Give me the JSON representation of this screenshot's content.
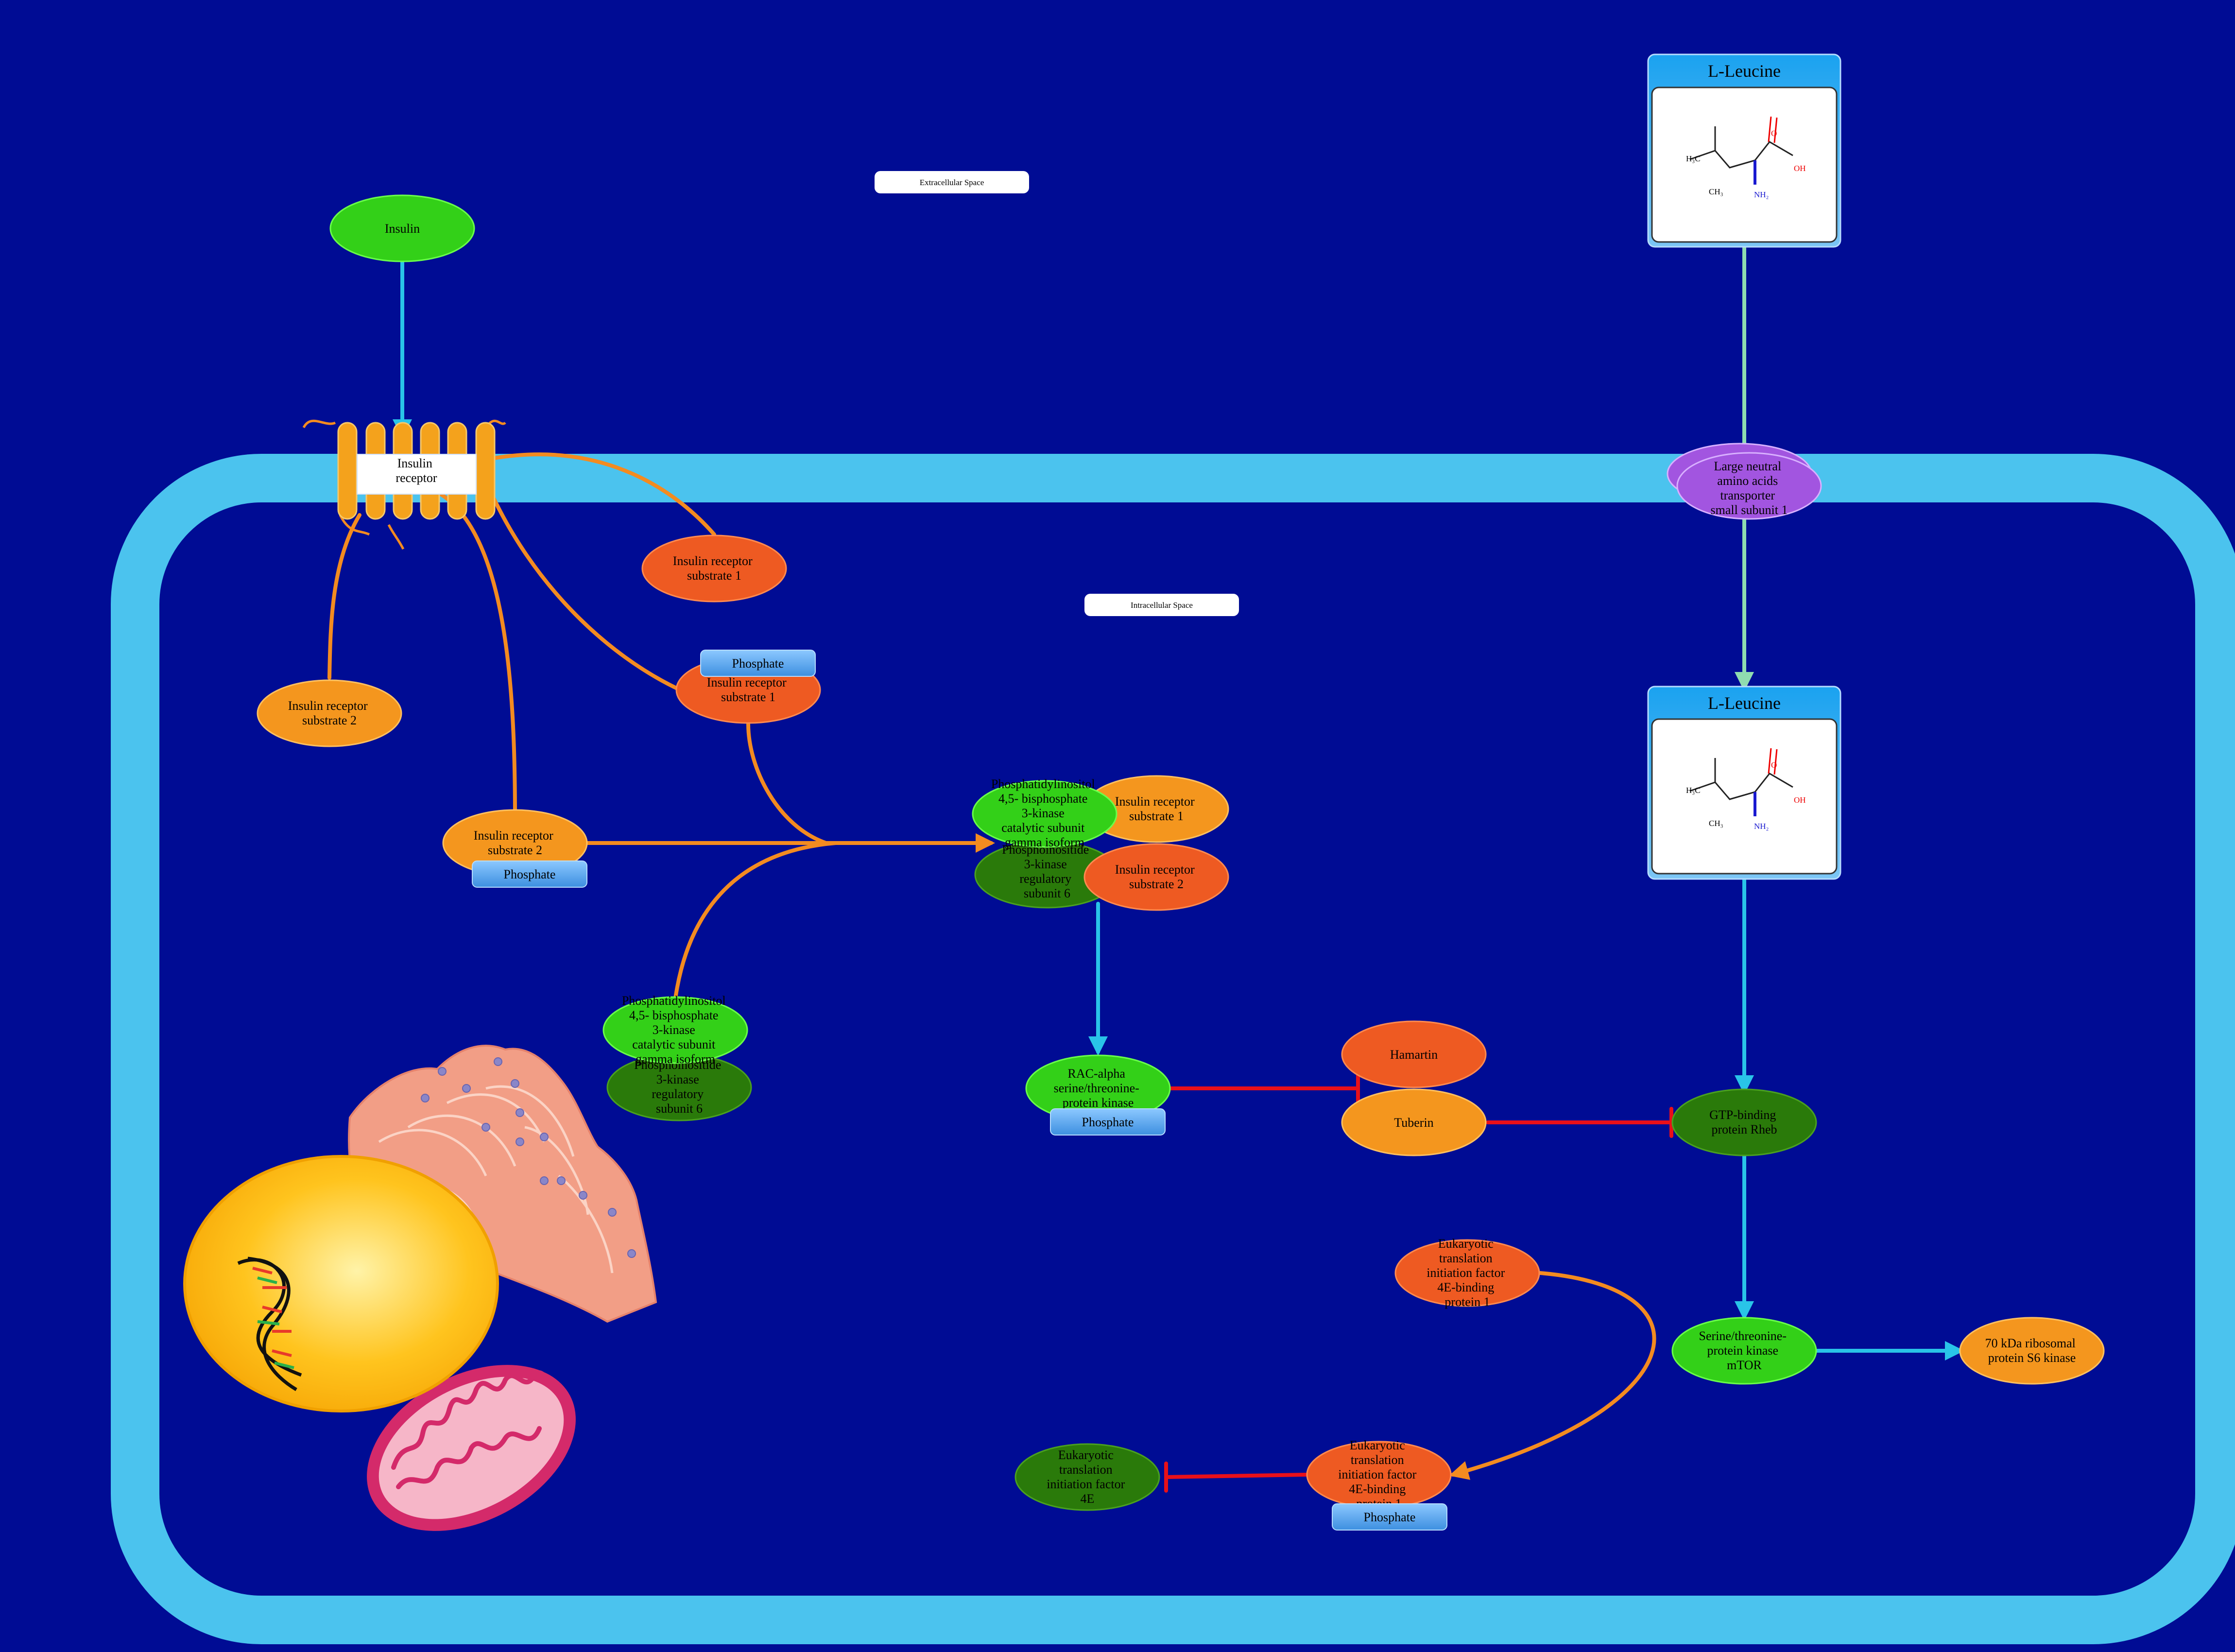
{
  "colors": {
    "background": "#000c94",
    "membrane": "#4bc3ee",
    "activation": "#29c4e8",
    "transport": "#8fdcb0",
    "binding": "#f38b20",
    "inhibition": "#e8101a",
    "node_orange": "#f4961e",
    "node_red": "#ee5a22",
    "node_green": "#33d018",
    "node_darkgreen": "#2a7a0a",
    "node_purple": "#a255e0",
    "phosphate": "#5aa8f0"
  },
  "compartments": {
    "extracellular": "Extracellular Space",
    "intracellular": "Intracellular Space"
  },
  "nodes": {
    "insulin": "Insulin",
    "insulin_receptor": [
      "Insulin",
      "receptor"
    ],
    "irs1_free": [
      "Insulin receptor",
      "substrate 1"
    ],
    "irs2_free": [
      "Insulin receptor",
      "substrate 2"
    ],
    "irs1_phos": [
      "Insulin receptor",
      "substrate 1"
    ],
    "irs2_phos": [
      "Insulin receptor",
      "substrate 2"
    ],
    "pi3k_cat_low": [
      "Phosphatidylinositol",
      "4,5- bisphosphate",
      "3-kinase",
      "catalytic subunit",
      "gamma isoform"
    ],
    "pi3k_reg_low": [
      "Phosphoinositide",
      "3-kinase",
      "regulatory",
      "subunit 6"
    ],
    "pi3k_cat_up": [
      "Phosphatidylinositol",
      "4,5- bisphosphate",
      "3-kinase",
      "catalytic subunit",
      "gamma isoform"
    ],
    "pi3k_reg_up": [
      "Phosphoinositide",
      "3-kinase",
      "regulatory",
      "subunit 6"
    ],
    "complex_irs1": [
      "Insulin receptor",
      "substrate 1"
    ],
    "complex_irs2": [
      "Insulin receptor",
      "substrate 2"
    ],
    "akt": [
      "RAC-alpha",
      "serine/threonine-",
      "protein kinase"
    ],
    "hamartin": "Hamartin",
    "tuberin": "Tuberin",
    "rheb": [
      "GTP-binding",
      "protein Rheb"
    ],
    "mtor": [
      "Serine/threonine-",
      "protein kinase",
      "mTOR"
    ],
    "s6k": [
      "70 kDa ribosomal",
      "protein S6 kinase"
    ],
    "eif4ebp1_free": [
      "Eukaryotic",
      "translation",
      "initiation factor",
      "4E-binding",
      "protein 1"
    ],
    "eif4ebp1_phos": [
      "Eukaryotic",
      "translation",
      "initiation factor",
      "4E-binding",
      "protein 1"
    ],
    "eif4e": [
      "Eukaryotic",
      "translation",
      "initiation factor",
      "4E"
    ],
    "lat1": [
      "Large neutral",
      "amino acids",
      "transporter",
      "small subunit 1"
    ],
    "leucine_out": "L-Leucine",
    "leucine_in": "L-Leucine"
  },
  "phosphate_label": "Phosphate",
  "structure": {
    "h3c": "H₃C",
    "ch3": "CH₃",
    "nh2": "NH₂",
    "o": "O",
    "oh": "OH"
  }
}
